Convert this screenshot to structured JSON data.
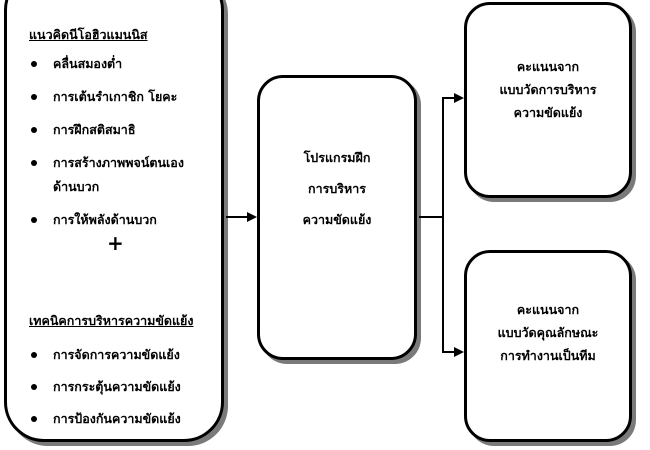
{
  "left_box": {
    "heading1": "แนวคิดนีโอฮิวแมนนิส",
    "list1": [
      "คลื่นสมองต่ำ",
      "การเต้นรำเกาชิก  โยคะ",
      "การฝึกสติสมาธิ",
      "การสร้างภาพพจน์ตนเอง",
      "ด้านบวก",
      "การให้พลังด้านบวก"
    ],
    "plus": "+",
    "heading2": "เทคนิคการบริหารความขัดแย้ง",
    "list2": [
      "การจัดการความขัดแย้ง",
      "การกระตุ้นความขัดแย้ง",
      "การป้องกันความขัดแย้ง"
    ]
  },
  "center_box": {
    "lines": [
      "โปรแกรมฝึก",
      "การบริหาร",
      "ความขัดแย้ง"
    ]
  },
  "top_right_box": {
    "lines": [
      "คะแนนจาก",
      "แบบวัดการบริหาร",
      "ความขัดแย้ง"
    ]
  },
  "bottom_right_box": {
    "lines": [
      "คะแนนจาก",
      "แบบวัดคุณลักษณะ",
      "การทำงานเป็นทีม"
    ]
  }
}
